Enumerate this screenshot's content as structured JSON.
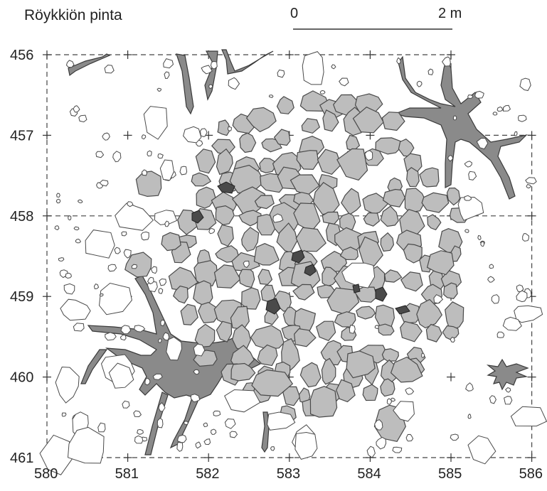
{
  "title": "Röykkiön pinta",
  "scale_bar": {
    "start_label": "0",
    "end_label": "2 m",
    "length_m": 2
  },
  "grid": {
    "x_labels": [
      "580",
      "581",
      "582",
      "583",
      "584",
      "585",
      "586"
    ],
    "y_labels": [
      "456",
      "457",
      "458",
      "459",
      "460",
      "461"
    ],
    "x_range": [
      580,
      586
    ],
    "y_range": [
      456,
      461
    ]
  },
  "legend_colors": {
    "stone_fill": "#bdbdbd",
    "stone_outline": "#4a4a4a",
    "root_fill": "#8a8a8a",
    "dark_find_fill": "#4a4a4a",
    "grid_line": "#444444"
  }
}
